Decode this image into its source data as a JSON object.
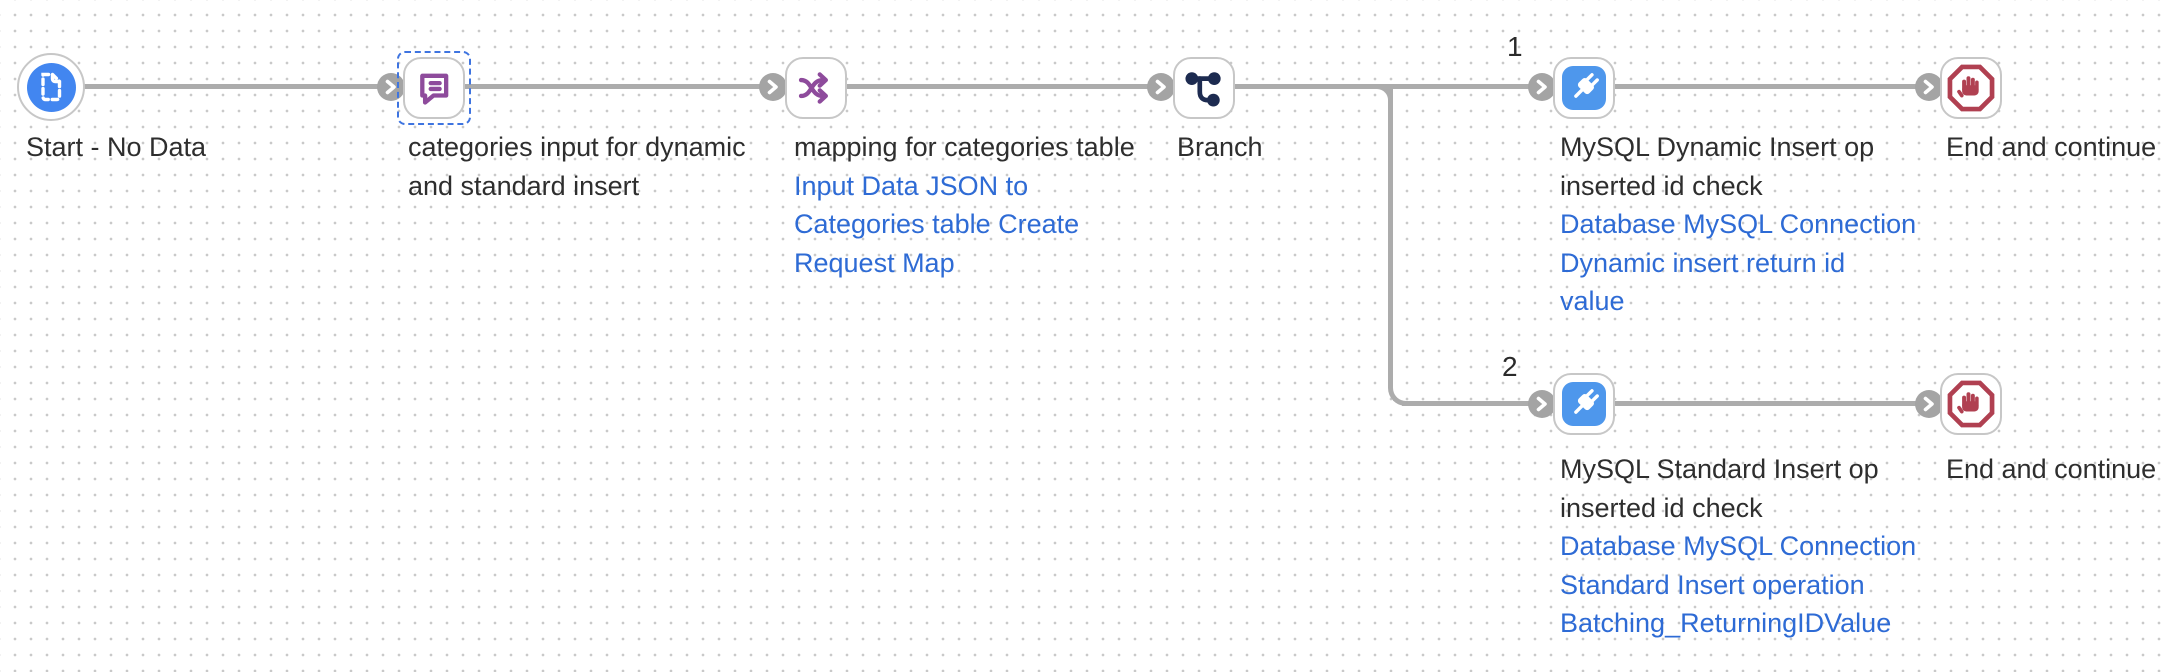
{
  "app": {
    "name": "pipeline-canvas"
  },
  "colors": {
    "flow_line": "#acacac",
    "grid_dot": "#c9c9c9",
    "node_border": "#c7c7c7",
    "connector_gray": "#a4a4a4",
    "selection_blue": "#3e74e0",
    "start_blue": "#4286f0",
    "plug_blue": "#4e97ec",
    "purple": "#8e4b9c",
    "branch_navy": "#1d2b50",
    "stop_red": "#b04051",
    "label_text": "#2e2e2e",
    "link_text": "#2e6bd5"
  },
  "branch_outputs": {
    "first": "1",
    "second": "2"
  },
  "nodes": {
    "start": {
      "label": "Start - No Data"
    },
    "categories_note": {
      "label_line1": "categories input for dynamic",
      "label_line2": "and standard insert"
    },
    "mapper": {
      "label": "mapping for categories table",
      "link_line1": "Input Data JSON to",
      "link_line2": "Categories table Create",
      "link_line3": "Request Map"
    },
    "branch": {
      "label": "Branch"
    },
    "mysql_dynamic": {
      "label_line1": "MySQL Dynamic Insert op",
      "label_line2": "inserted id check",
      "link_line1": "Database MySQL Connection",
      "link_line2": "Dynamic insert return id",
      "link_line3": "value"
    },
    "end_first": {
      "label": "End and continue"
    },
    "mysql_standard": {
      "label_line1": "MySQL Standard Insert op",
      "label_line2": "inserted id check",
      "link_line1": "Database MySQL Connection",
      "link_line2": "Standard Insert operation",
      "link_line3": "Batching_ReturningIDValue"
    },
    "end_second": {
      "label": "End and continue"
    }
  }
}
